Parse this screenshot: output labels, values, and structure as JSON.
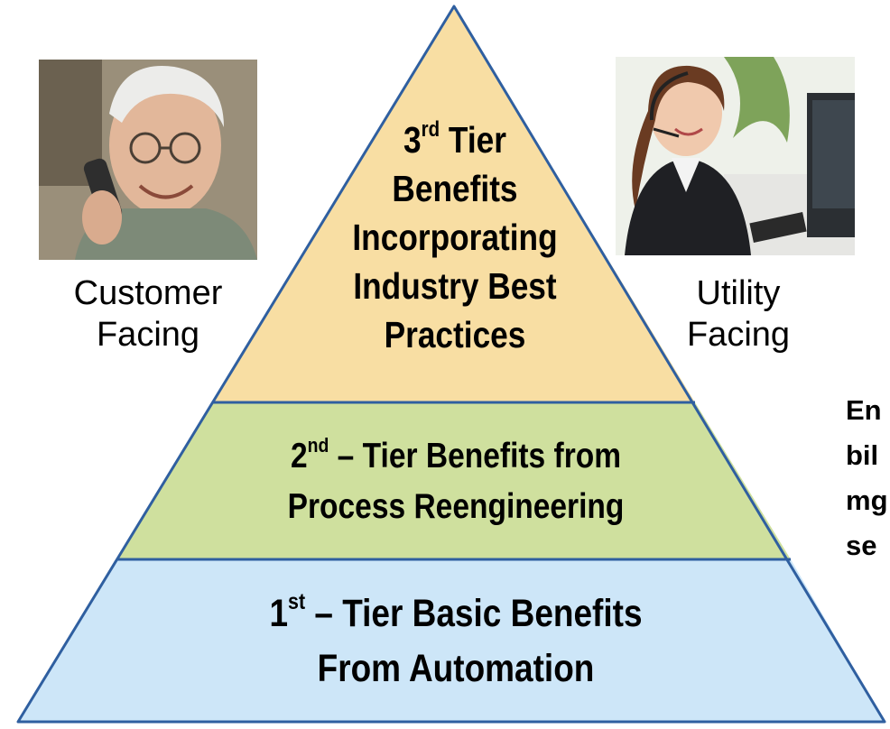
{
  "pyramid": {
    "tier3": {
      "ordinal": "3",
      "suffix": "rd",
      "lines": [
        "Tier",
        "Benefits",
        "Incorporating",
        "Industry Best",
        "Practices"
      ],
      "fill": "#f8dea3"
    },
    "tier2": {
      "ordinal": "2",
      "suffix": "nd",
      "line1_rest": " – Tier Benefits from",
      "line2": "Process Reengineering",
      "fill": "#cfe09e"
    },
    "tier1": {
      "ordinal": "1",
      "suffix": "st",
      "line1_rest": " – Tier Basic Benefits",
      "line2": "From Automation",
      "fill": "#cde6f8"
    },
    "outline_color": "#2f5fa0"
  },
  "customer": {
    "line1": "Customer",
    "line2": "Facing",
    "photo": "elderly-man-on-phone"
  },
  "utility": {
    "line1": "Utility",
    "line2": "Facing",
    "photo": "call-center-agent-with-headset"
  },
  "side_note": {
    "lines": [
      "En",
      "bil",
      "mg",
      "se"
    ]
  }
}
